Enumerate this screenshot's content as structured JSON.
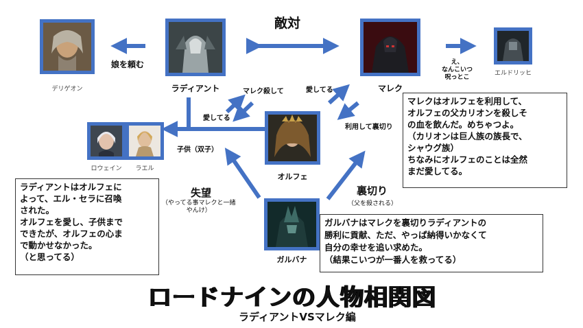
{
  "title": "ロードナインの人物相関図",
  "subtitle": "ラディアントVSマレク編",
  "characters": {
    "radiant": "ラディアント",
    "malek": "マレク",
    "degion": "デリゲオン",
    "eldrich": "エルドリッヒ",
    "rowein": "ロウェイン",
    "rael": "ラエル",
    "orfe": "オルフェ",
    "galbana": "ガルバナ"
  },
  "relations": {
    "enmity": "敵対",
    "daughter_request": "娘を頼む",
    "eldrich_comment": "え、\nなんこいつ\n呪っとこ",
    "kill_malek": "マレク殺して",
    "loves_radiant": "愛してる",
    "loves_malek": "愛してる",
    "used_betrayed": "利用して裏切り",
    "children": "子供（双子）",
    "disappointment": "失望",
    "disappointment_note": "（やってる事マレクと一緒\nやんけ）",
    "betrayal": "裏切り",
    "betrayal_note": "（父を殺される）"
  },
  "notes": {
    "radiant": "ラディアントはオルフェに\nよって、エル・セラに召喚\nされた。\nオルフェを愛し、子供まで\nできたが、オルフェの心ま\nで動かせなかった。\n（と思ってる）",
    "malek": "マレクはオルフェを利用して、\nオルフェの父カリオンを殺しそ\nの血を飲んだ。めちゃつよ。\n（カリオンは巨人族の族長で、\nシャウグ族）\nちなみにオルフェのことは全然\nまだ愛してる。",
    "galbana": "ガルバナはマレクを裏切りラディアントの\n勝利に貢献、ただ、やっぱ納得いかなくて\n自分の幸せを追い求めた。\n（結果こいつが一番人を救ってる）"
  },
  "colors": {
    "frame": "#4472c4",
    "arrow": "#4472c4",
    "text": "#111111"
  }
}
